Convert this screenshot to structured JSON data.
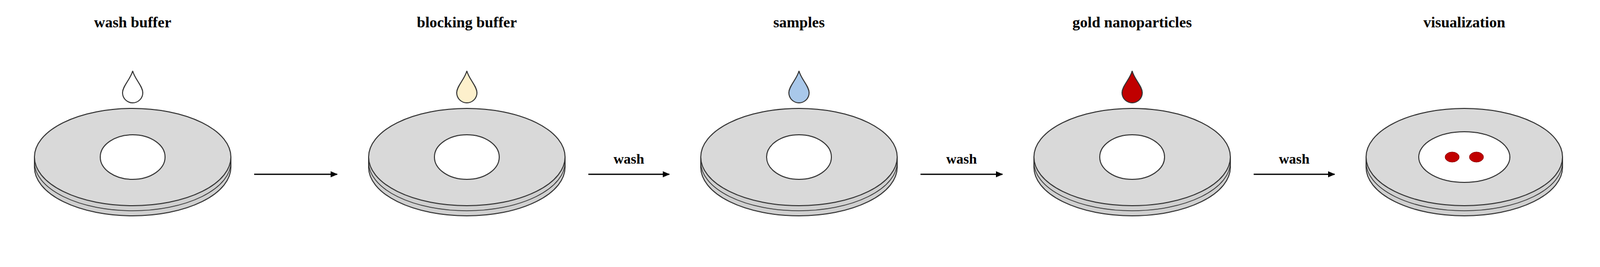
{
  "diagram": {
    "nodes": [
      {
        "text": [
          "wash buffer"
        ]
      },
      {
        "text": [
          "blocking buffer"
        ]
      },
      {
        "text": [
          "samples"
        ]
      },
      {
        "text": [
          "gold nanoparticles"
        ]
      },
      {
        "text": [
          "visualization"
        ]
      }
    ],
    "edges": [
      {
        "from": 0,
        "to": 1,
        "arrow": "to"
      },
      {
        "from": 1,
        "to": 2,
        "label": "wash",
        "arrow": "to"
      },
      {
        "from": 2,
        "to": 3,
        "label": "wash",
        "arrow": "to"
      },
      {
        "from": 3,
        "to": 4,
        "label": "wash",
        "arrow": "to"
      }
    ]
  }
}
